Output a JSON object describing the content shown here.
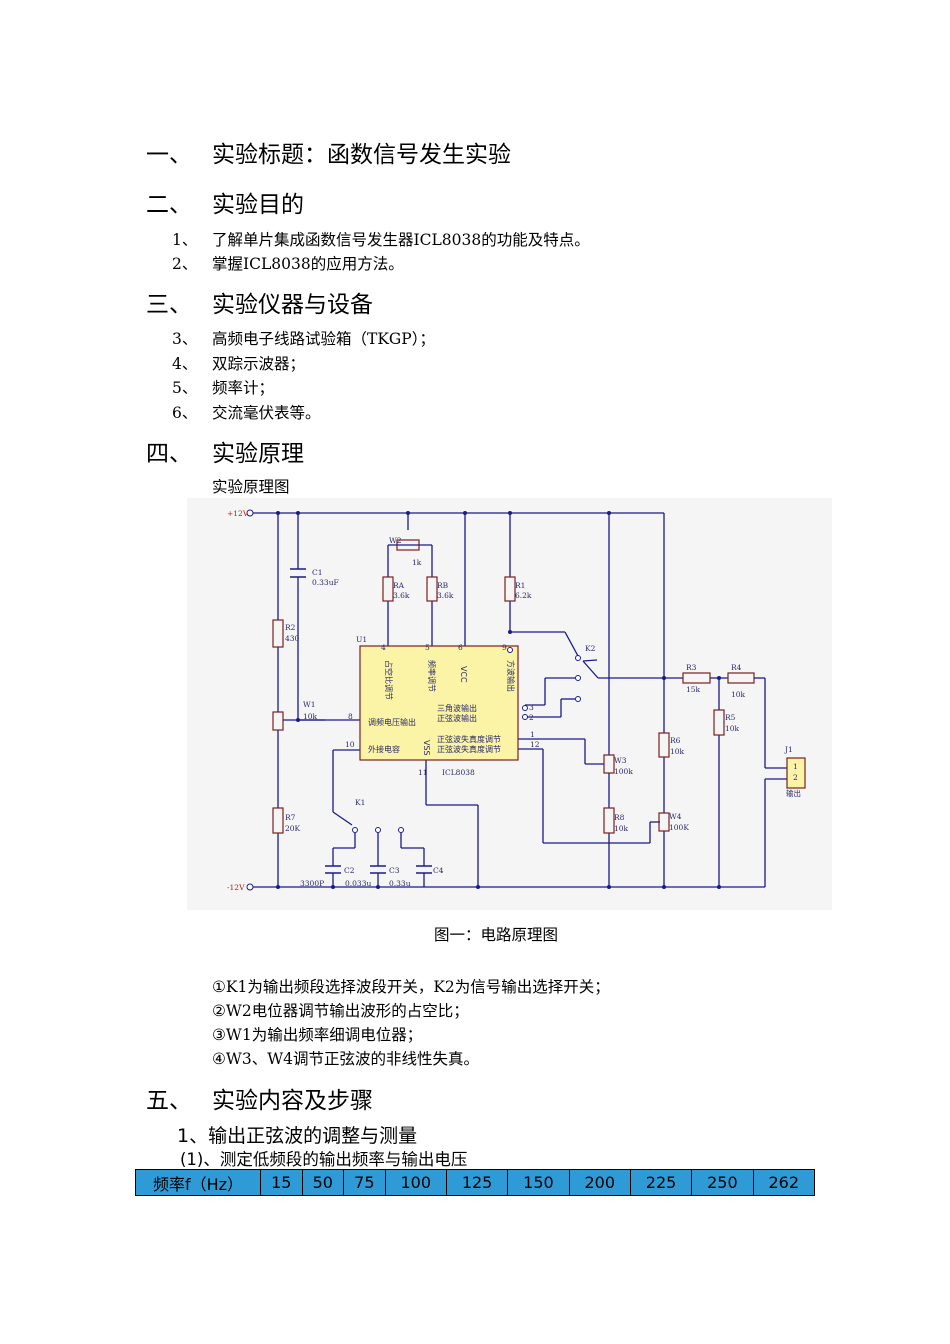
{
  "sections": [
    {
      "num": "一、",
      "title": "实验标题：函数信号发生实验"
    },
    {
      "num": "二、",
      "title": "实验目的"
    },
    {
      "num": "三、",
      "title": "实验仪器与设备"
    },
    {
      "num": "四、",
      "title": "实验原理"
    },
    {
      "num": "五、",
      "title": "实验内容及步骤"
    }
  ],
  "objectives": [
    {
      "num": "1、",
      "text": "了解单片集成函数信号发生器ICL8038的功能及特点。"
    },
    {
      "num": "2、",
      "text": "掌握ICL8038的应用方法。"
    }
  ],
  "equipment": [
    {
      "num": "3、",
      "text": "高频电子线路试验箱（TKGP）；"
    },
    {
      "num": "4、",
      "text": "双踪示波器；"
    },
    {
      "num": "5、",
      "text": "频率计；"
    },
    {
      "num": "6、",
      "text": "交流毫伏表等。"
    }
  ],
  "principle": {
    "subtitle": "实验原理图",
    "caption": "图一：电路原理图",
    "notes": [
      "①K1为输出频段选择波段开关，K2为信号输出选择开关；",
      "②W2电位器调节输出波形的占空比；",
      "③W1为输出频率细调电位器；",
      "④W3、W4调节正弦波的非线性失真。"
    ]
  },
  "circuit": {
    "vplus": "+12V",
    "vminus": "-12V",
    "c1": "C1",
    "c1v": "0.33uF",
    "r2": "R2",
    "r2v": "430",
    "w1": "W1",
    "w1v": "10k",
    "w2": "W2",
    "w2v": "1k",
    "ra": "RA",
    "rav": "3.6k",
    "rb": "RB",
    "rbv": "3.6k",
    "r1": "R1",
    "r1v": "6.2k",
    "u1": "U1",
    "chip": "ICL8038",
    "pin_duty": "占空比调节",
    "pin_freq": "频率调节",
    "pin_vcc": "VCC",
    "pin_square": "方波输出",
    "pin_tri": "三角波输出",
    "pin_sine": "正弦波输出",
    "pin_fm": "调频电压输出",
    "pin_cap": "外接电容",
    "pin_vss": "VSS",
    "pin_adj1": "正弦波失真度调节",
    "pin_adj2": "正弦波失真度调节",
    "p4": "4",
    "p5": "5",
    "p6": "6",
    "p9": "9",
    "p3": "3",
    "p2": "2",
    "p8": "8",
    "p10": "10",
    "p1": "1",
    "p12": "12",
    "p11": "11",
    "k1": "K1",
    "k2": "K2",
    "r3": "R3",
    "r3v": "15k",
    "r4": "R4",
    "r4v": "10k",
    "r5": "R5",
    "r5v": "10k",
    "r6": "R6",
    "r6v": "10k",
    "r7": "R7",
    "r7v": "20K",
    "r8": "R8",
    "r8v": "10k",
    "w3": "W3",
    "w3v": "100k",
    "w4": "W4",
    "w4v": "100K",
    "c2": "C2",
    "c2v": "3300P",
    "c3": "C3",
    "c3v": "0.033u",
    "c4": "C4",
    "c4v": "0.33u",
    "j1": "J1",
    "j1p1": "1",
    "j1p2": "2",
    "out": "输出"
  },
  "content": {
    "subsection": "1、输出正弦波的调整与测量",
    "step": "(1)、测定低频段的输出频率与输出电压",
    "table_header": "频率f（Hz）",
    "table_values": [
      "15",
      "50",
      "75",
      "100",
      "125",
      "150",
      "200",
      "225",
      "250",
      "262"
    ],
    "table_color": "#2e9ad6"
  }
}
